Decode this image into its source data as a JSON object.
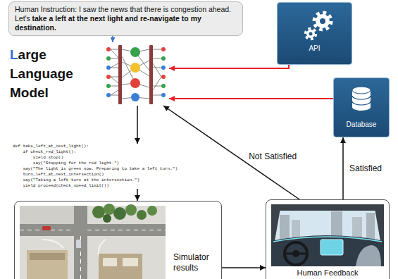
{
  "diagram": {
    "nodes": [
      {
        "text": [
          "Human Instruction: I saw the news that there is congestion ahead. Let's",
          "take a left at the next light and re-navigate to my destination."
        ]
      },
      {
        "text": [
          "API"
        ]
      },
      {
        "text": [
          "Large Language Model"
        ]
      },
      {
        "text": [
          "Database"
        ]
      },
      {
        "text": [
          "def take_left_at_next_light():",
          "    if check_red_light():",
          "        yield stop()",
          "        say(\"Stopping for the red light.\")",
          "    say(\"The light is green now. Preparing to take a left turn.\")",
          "    turn_left_at_next_intersection()",
          "    say(\"Taking a left turn at the intersection.\")",
          "    yield proceed(check_speed_limit())"
        ]
      },
      {
        "text": [
          "Simulator results"
        ]
      },
      {
        "text": [
          "Human Feedback"
        ]
      }
    ],
    "edges": [
      {
        "from": 0,
        "to": 2,
        "arrow": "to"
      },
      {
        "from": 1,
        "to": 2,
        "arrow": "to"
      },
      {
        "from": 3,
        "to": 2,
        "arrow": "to"
      },
      {
        "from": 2,
        "to": 4,
        "arrow": "to"
      },
      {
        "from": 4,
        "to": 5,
        "arrow": "to"
      },
      {
        "from": 5,
        "to": 6,
        "arrow": "to"
      },
      {
        "from": 6,
        "to": 2,
        "label": "Not Satisfied",
        "arrow": "to"
      },
      {
        "from": 6,
        "to": 3,
        "label": "Satisfied",
        "arrow": "to"
      }
    ]
  }
}
